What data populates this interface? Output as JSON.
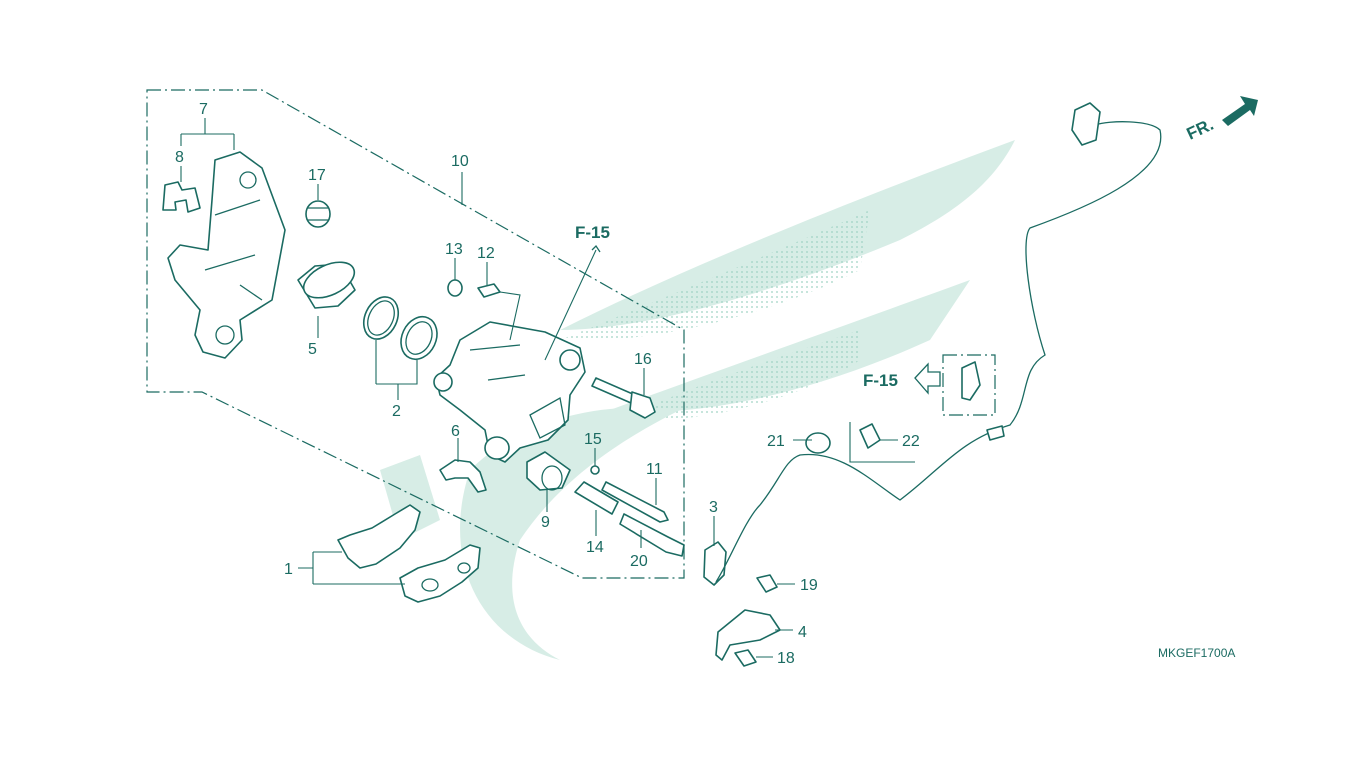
{
  "callouts": {
    "c1": "1",
    "c2": "2",
    "c3": "3",
    "c4": "4",
    "c5": "5",
    "c6": "6",
    "c7": "7",
    "c8": "8",
    "c9": "9",
    "c10": "10",
    "c11": "11",
    "c12": "12",
    "c13": "13",
    "c14": "14",
    "c15": "15",
    "c16": "16",
    "c17": "17",
    "c18": "18",
    "c19": "19",
    "c20": "20",
    "c21": "21",
    "c22": "22"
  },
  "references": {
    "top": "F-15",
    "right": "F-15"
  },
  "direction": "FR.",
  "diagram_code": "MKGEF1700A",
  "colors": {
    "ink": "#1b6b62",
    "watermark": "#d7ede6"
  }
}
